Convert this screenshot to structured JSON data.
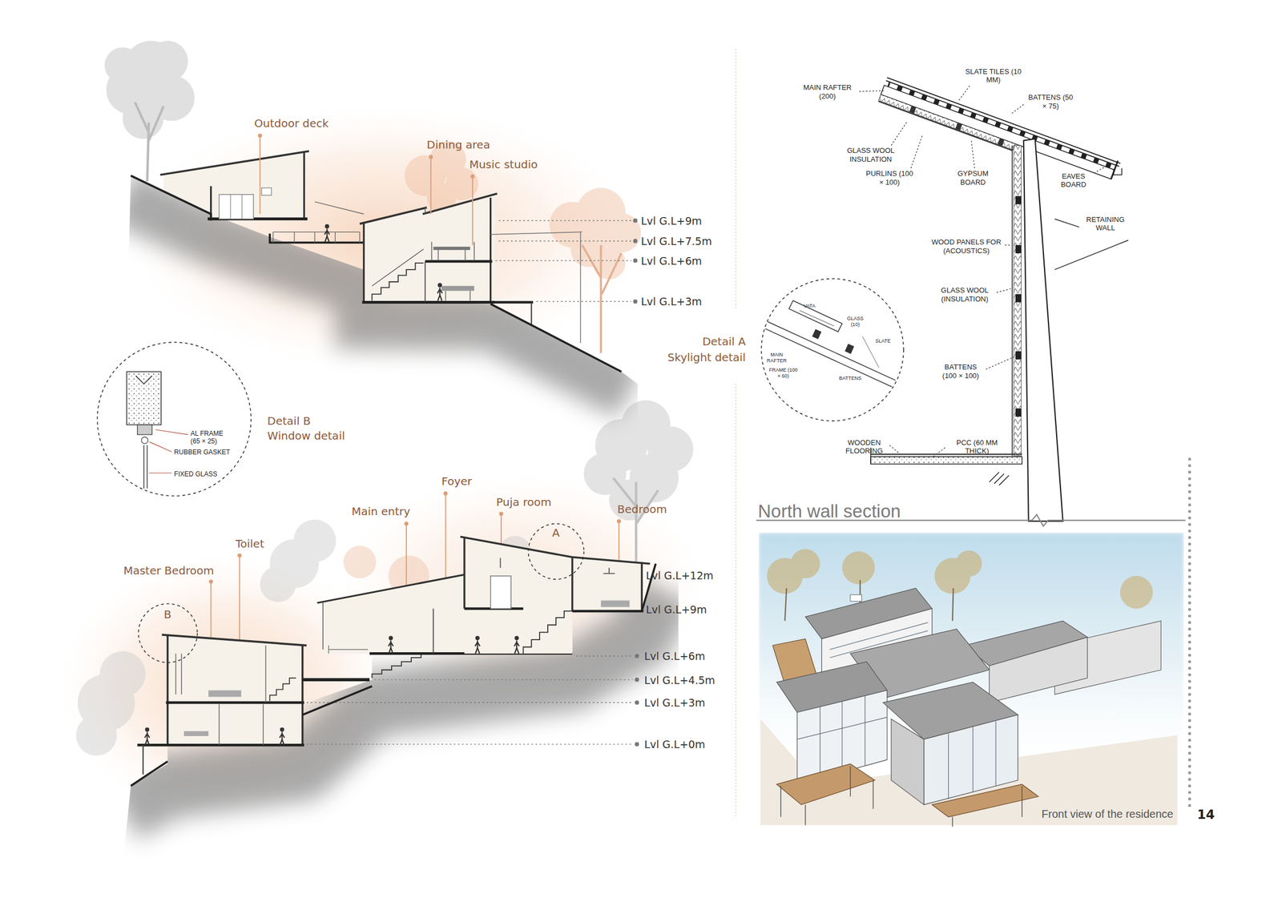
{
  "diagram": {
    "nodes": [
      {
        "text": [
          "Detail A",
          "Skylight detail",
          "VATA",
          "GLASS (10)",
          "SLATE",
          "MAIN RAFTER",
          "FRAME (100 × 60)",
          "BATTENS"
        ]
      },
      {
        "text": [
          "Detail B",
          "Window detail",
          "AL FRAME (65 × 25)",
          "RUBBER GASKET",
          "FIXED GLASS"
        ]
      },
      {
        "text": [
          "A"
        ]
      },
      {
        "text": [
          "B"
        ]
      }
    ],
    "labels": [
      "Outdoor deck",
      "Dining area",
      "Music studio",
      "Lvl G.L+9m",
      "Lvl G.L+7.5m",
      "Lvl G.L+6m",
      "Lvl G.L+3m",
      "Master Bedroom",
      "Toilet",
      "Main entry",
      "Foyer",
      "Puja room",
      "Bedroom",
      "Lvl G.L+12m",
      "Lvl G.L+9m",
      "Lvl G.L+6m",
      "Lvl G.L+4.5m",
      "Lvl G.L+3m",
      "Lvl G.L+0m",
      "SLATE TILES (10 MM)",
      "MAIN RAFTER (200)",
      "BATTENS (50 × 75)",
      "GLASS WOOL INSULATION",
      "PURLINS (100 × 100)",
      "GYPSUM BOARD",
      "EAVES BOARD",
      "RETAINING WALL",
      "WOOD PANELS FOR (ACOUSTICS)",
      "GLASS WOOL (INSULATION)",
      "BATTENS (100 × 100)",
      "WOODEN FLOORING",
      "PCC (60 MM THICK)",
      "North wall section",
      "Front view of the residence",
      "14"
    ]
  }
}
